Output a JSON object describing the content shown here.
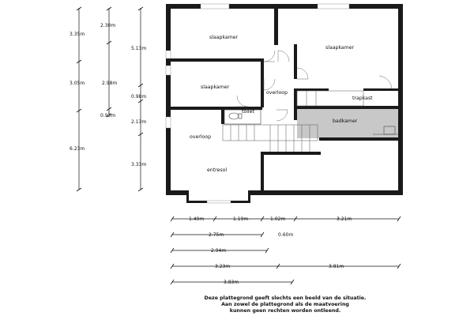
{
  "rooms": {
    "slaapkamer_1": "slaapkamer",
    "slaapkamer_2": "slaapkamer",
    "slaapkamer_3": "slaapkamer",
    "overloop_1": "overloop",
    "overloop_2": "overloop",
    "toilet": "toilet",
    "trapkast": "trapkast",
    "badkamer": "badkamer",
    "entresol": "entresol"
  },
  "dimensions": {
    "left_col_a": [
      "3.35m",
      "3.05m",
      "6.23m"
    ],
    "left_col_b": [
      "2.30m",
      "2.98m",
      "0.93m"
    ],
    "left_col_c": [
      "5.13m",
      "0.98m",
      "2.13m",
      "3.33m"
    ],
    "row1": [
      "1.49m",
      "1.19m",
      "1.02m",
      "3.21m"
    ],
    "row2": [
      "2.75m",
      "0.60m"
    ],
    "row3": [
      "2.94m"
    ],
    "row4": [
      "3.23m",
      "3.81m"
    ],
    "row5": [
      "3.83m"
    ]
  },
  "disclaimer": [
    "Deze plattegrond geeft slechts een beeld van de situatie.",
    "Aan zowel de plattegrond als de maatvoering",
    "kunnen geen rechten worden ontleend."
  ]
}
